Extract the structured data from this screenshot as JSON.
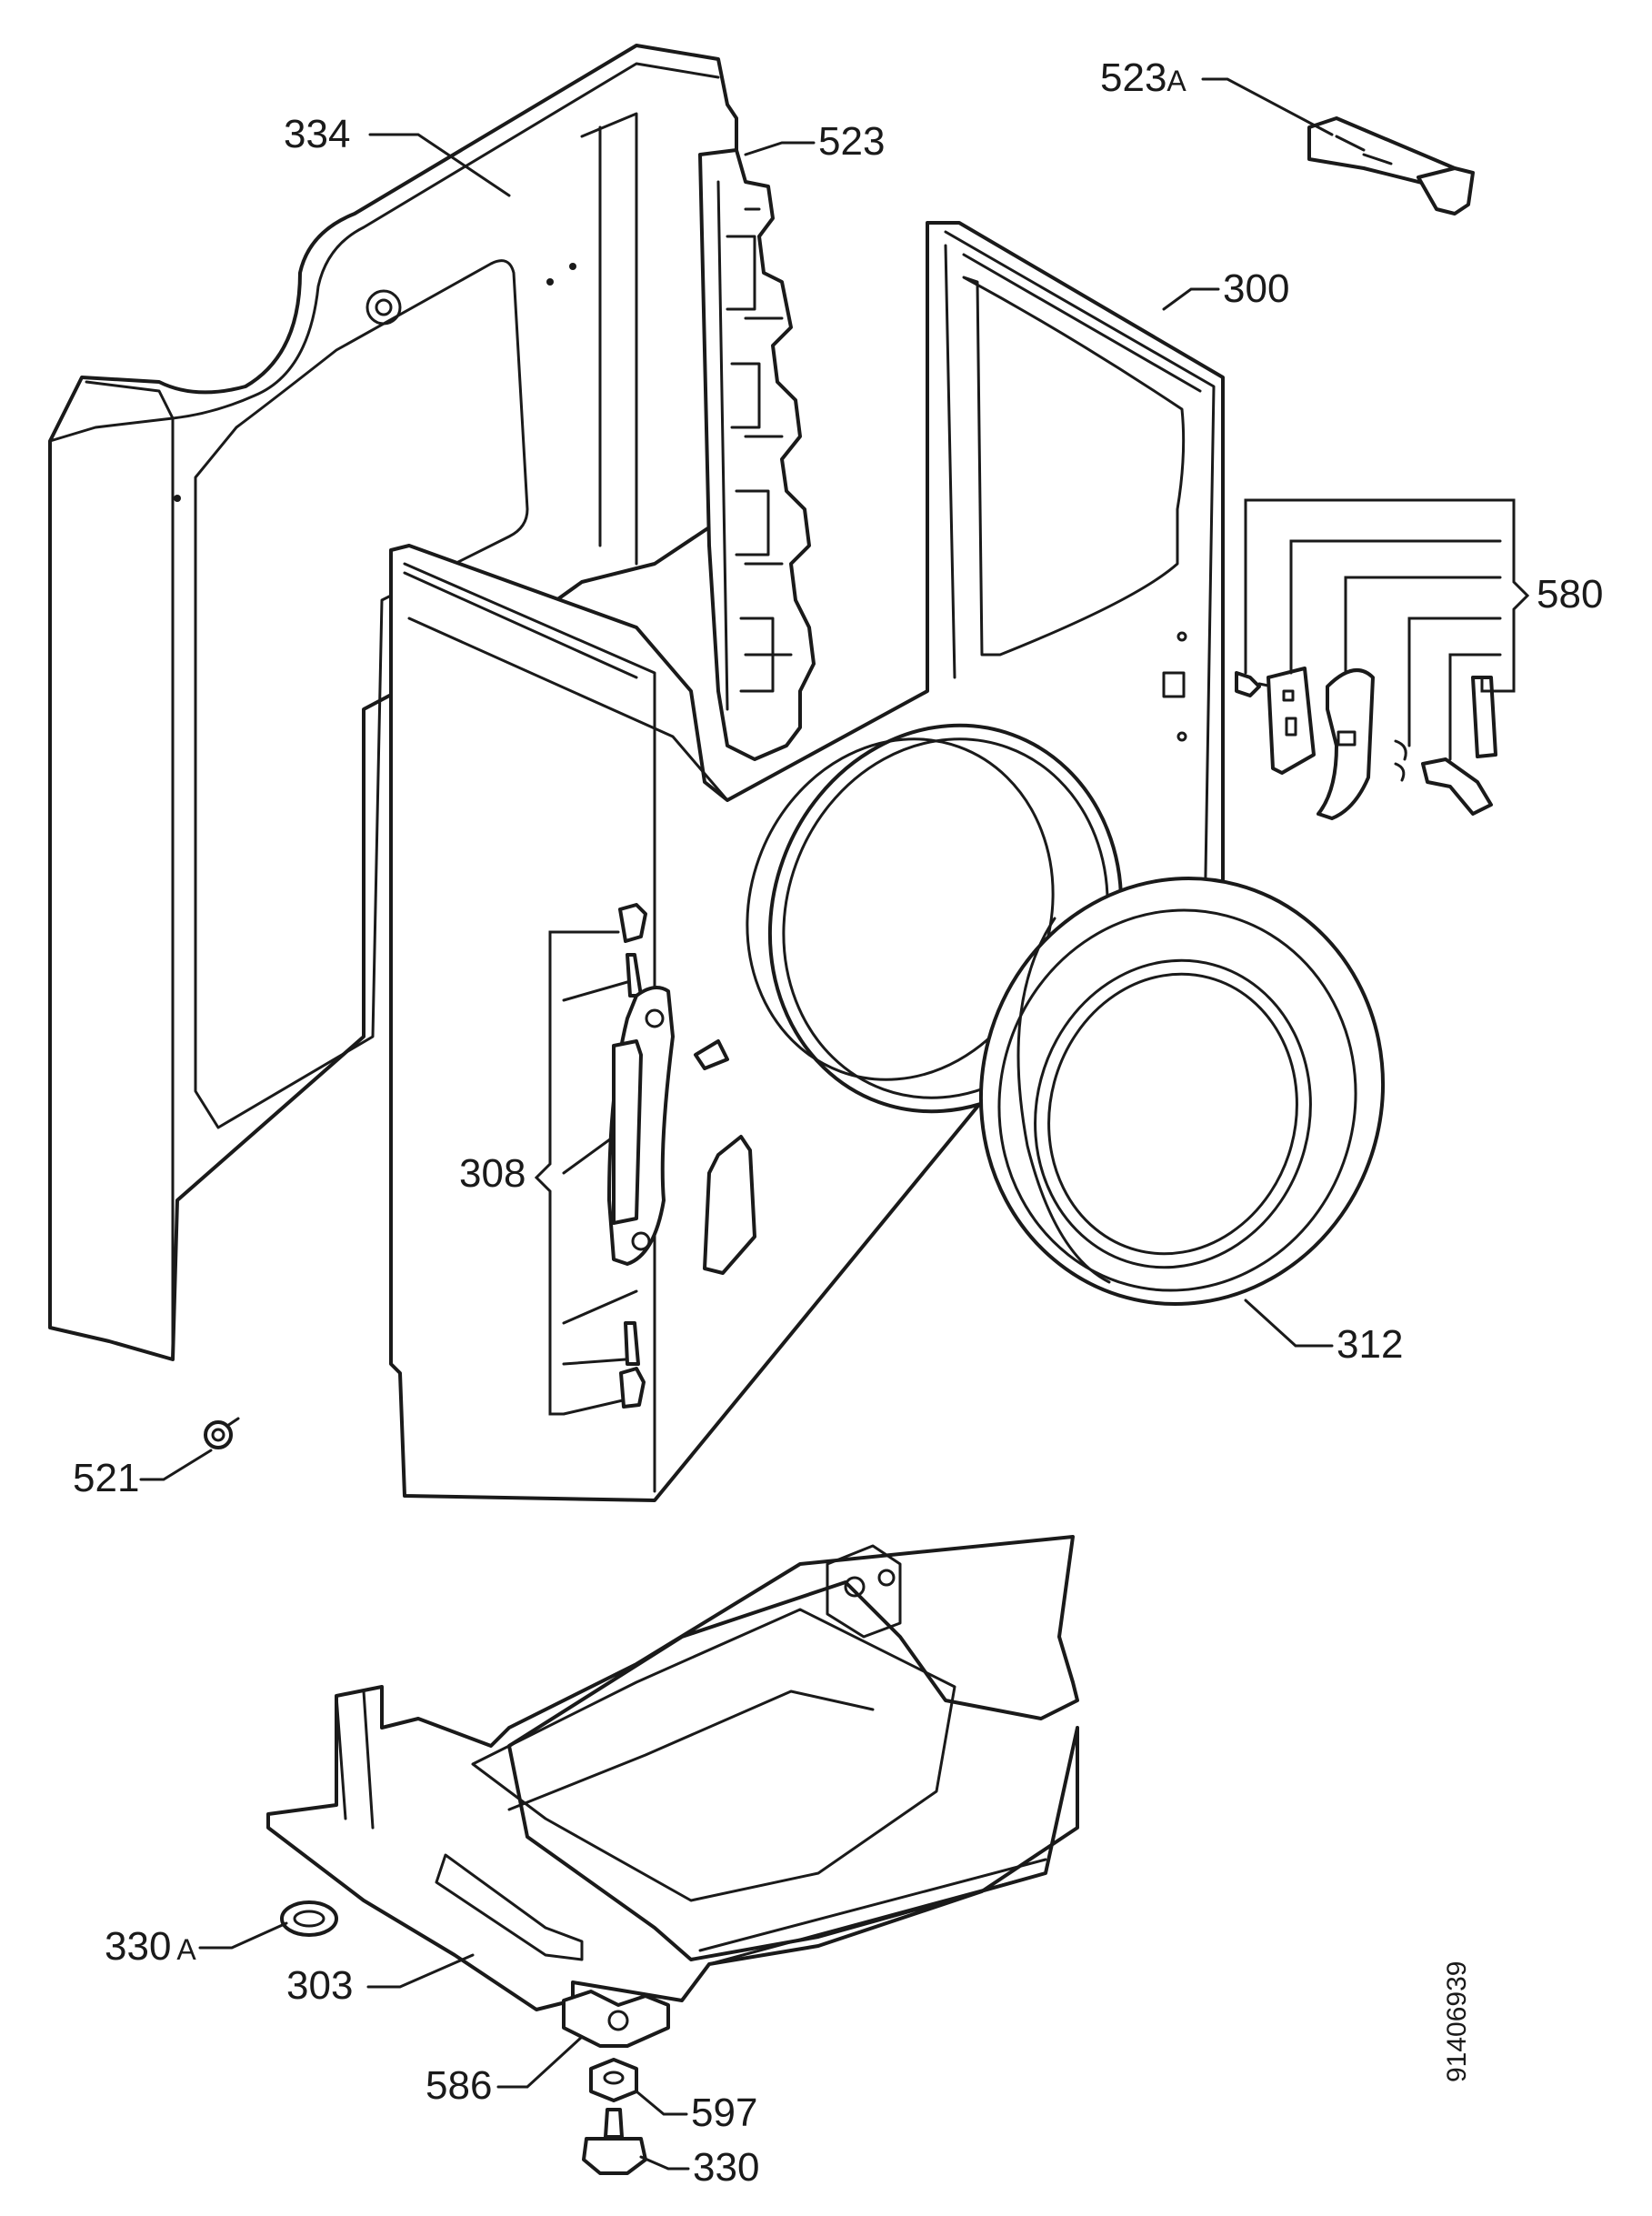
{
  "diagram": {
    "type": "exploded-parts-view",
    "document_number": "91406939",
    "callouts": [
      {
        "id": "c334",
        "label": "334"
      },
      {
        "id": "c523",
        "label": "523"
      },
      {
        "id": "c523a",
        "label": "523",
        "suffix": "A"
      },
      {
        "id": "c300",
        "label": "300"
      },
      {
        "id": "c580",
        "label": "580"
      },
      {
        "id": "c308",
        "label": "308"
      },
      {
        "id": "c312",
        "label": "312"
      },
      {
        "id": "c521",
        "label": "521"
      },
      {
        "id": "c330a",
        "label": "330",
        "suffix": "A"
      },
      {
        "id": "c303",
        "label": "303"
      },
      {
        "id": "c586",
        "label": "586"
      },
      {
        "id": "c597",
        "label": "597"
      },
      {
        "id": "c330",
        "label": "330"
      }
    ]
  }
}
